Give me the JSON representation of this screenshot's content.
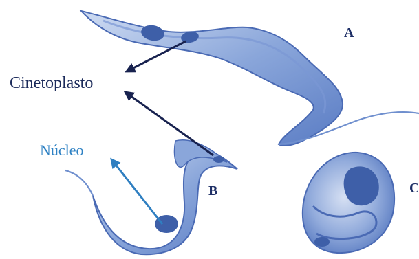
{
  "labels": {
    "kinetoplast": "Cinetoplasto",
    "nucleus": "Núcleo",
    "form_a": "A",
    "form_b": "B",
    "form_c": "C"
  },
  "colors": {
    "kinetoplast_label": "#1b2a5a",
    "nucleus_label": "#2f82c4",
    "kinetoplast_arrow": "#18224f",
    "nucleus_arrow": "#2f7fc1",
    "cell_body": "#6f8fce",
    "cell_body_light": "#c4d3ee",
    "cell_outline": "#4a6ab4",
    "organelle": "#3e5fa8",
    "letter": "#1e2f66"
  }
}
